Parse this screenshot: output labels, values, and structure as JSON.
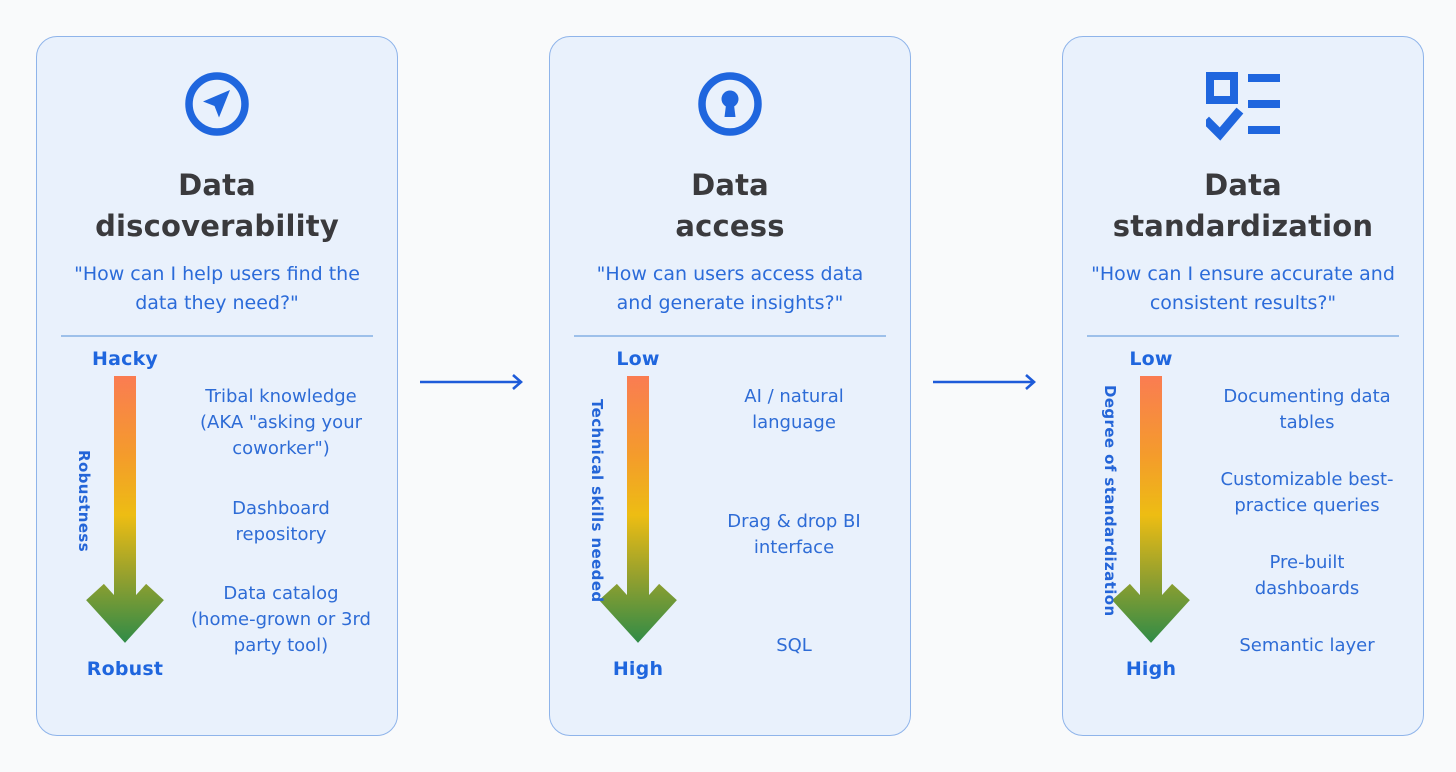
{
  "colors": {
    "accent_blue": "#1F66DE",
    "text_blue": "#2B6BD9",
    "title_text": "#3A3A3D",
    "card_background": "#E9F1FC",
    "card_border": "#8FB4EA",
    "arrow_gradient": [
      "#FA7C52",
      "#F49C2B",
      "#EDBD13",
      "#94A02E",
      "#2E8B47"
    ]
  },
  "connector_icon": "arrow-right-icon",
  "cards": [
    {
      "icon": "navigation-compass-icon",
      "title": "Data discoverability",
      "title_lines": [
        "Data",
        "discoverability"
      ],
      "quote": "\"How can I help users find the data they need?\"",
      "scale_top": "Hacky",
      "scale_bottom": "Robust",
      "axis_label": "Robustness",
      "items": [
        "Tribal knowledge (AKA \"asking your coworker\")",
        "Dashboard repository",
        "Data catalog (home-grown or 3rd party tool)"
      ]
    },
    {
      "icon": "keyhole-lock-icon",
      "title": "Data access",
      "title_lines": [
        "Data",
        "access"
      ],
      "quote": "\"How can users access data and generate insights?\"",
      "scale_top": "Low",
      "scale_bottom": "High",
      "axis_label": "Technical skills needed",
      "items": [
        "AI / natural language",
        "Drag & drop BI interface",
        "SQL"
      ]
    },
    {
      "icon": "checklist-icon",
      "title": "Data standardization",
      "title_lines": [
        "Data",
        "standardization"
      ],
      "quote": "\"How can I ensure accurate and consistent results?\"",
      "scale_top": "Low",
      "scale_bottom": "High",
      "axis_label": "Degree of standardization",
      "items": [
        "Documenting data tables",
        "Customizable best-practice queries",
        "Pre-built dashboards",
        "Semantic layer"
      ]
    }
  ]
}
